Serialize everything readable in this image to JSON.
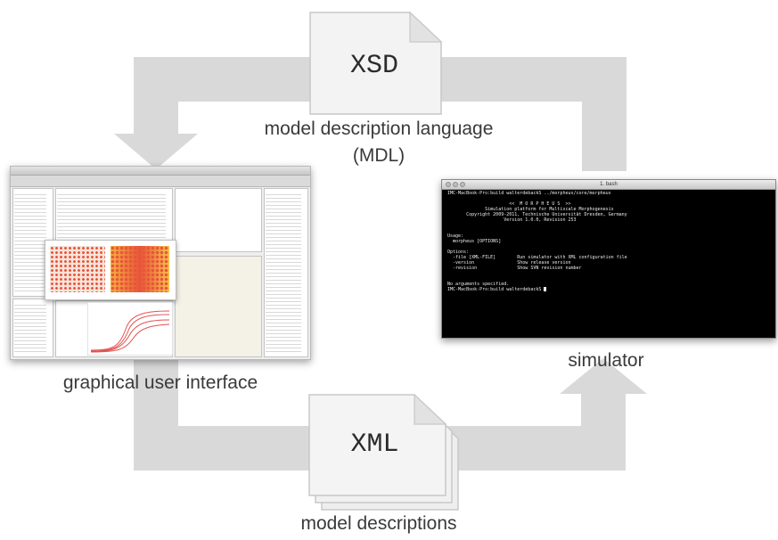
{
  "documents": {
    "schema_label": "XSD",
    "model_label": "XML"
  },
  "labels": {
    "mdl_line1": "model description language",
    "mdl_line2": "(MDL)",
    "gui": "graphical user interface",
    "simulator": "simulator",
    "model_descriptions": "model descriptions"
  },
  "terminal": {
    "title": "1. bash",
    "lines": [
      "IMC-MacBook-Pro:build walterdebackS ../morpheus/core/morpheus",
      "",
      "                       <<  M O R P H E U S  >>",
      "              Simulation platform for Multiscale Morphogenesis",
      "       Copyright 2009-2011, Technische Universität Dresden, Germany",
      "                     Version 1.0.0, Revision 253",
      "",
      "",
      "Usage:",
      "  morpheus [OPTIONS]",
      "",
      "Options:",
      "  -file [XML-FILE]        Run simulator with XML configuration file",
      "  -version                Show release version",
      "  -revision               Show SVN revision number",
      "",
      "",
      "No arguments specified.",
      "IMC-MacBook-Pro:build walterdebackS"
    ]
  },
  "colors": {
    "arrow": "#d9d9d9",
    "page": "#f2f2f2",
    "page_edge": "#cfcfcf",
    "heatmap_hot": "#e8553a",
    "heatmap_warm": "#f6c24a",
    "curve": "#e0524f"
  }
}
